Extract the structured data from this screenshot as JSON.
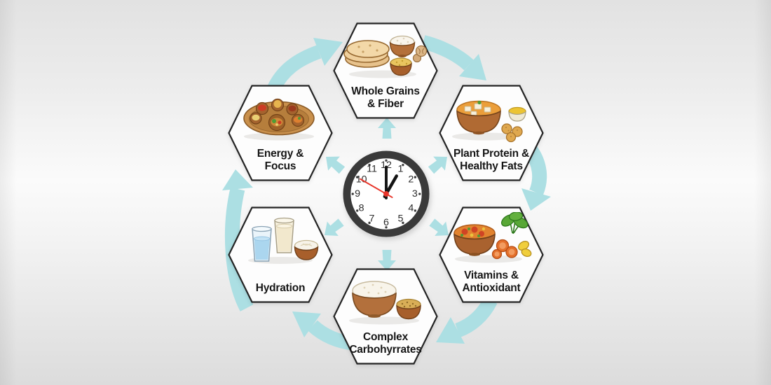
{
  "nodes": [
    {
      "id": "whole-grains-fiber",
      "label": "Whole Grains\n& Fiber",
      "icon": "roti-stack-rice-bowl-lentil-bowl-walnut"
    },
    {
      "id": "plant-protein-healthy-fats",
      "label": "Plant Protein &\nHealthy Fats",
      "icon": "paneer-curry-bowl-ghee-bowl-laddu"
    },
    {
      "id": "vitamins-antioxidant",
      "label": "Vitamins &\nAntioxidant",
      "icon": "vegetable-curry-spinach-carrot-slices-lemon"
    },
    {
      "id": "complex-carbohydrates",
      "label": "Complex\nCarbohyrrates",
      "icon": "rice-bowl-grain-bowl"
    },
    {
      "id": "hydration",
      "label": "Hydration",
      "icon": "water-glass-milk-glass-yogurt-bowl"
    },
    {
      "id": "energy-focus",
      "label": "Energy &\nFocus",
      "icon": "indian-thali-plate"
    }
  ],
  "flow_clockwise": [
    "energy-focus",
    "whole-grains-fiber",
    "plant-protein-healthy-fats",
    "vitamins-antioxidant",
    "complex-carbohydrates",
    "hydration"
  ],
  "clock": {
    "numbers": [
      "12",
      "1",
      "2",
      "3",
      "4",
      "5",
      "6",
      "7",
      "8",
      "9",
      "10",
      "11"
    ],
    "hands": {
      "hour_at": "1",
      "minute_at": "12",
      "second_at": "10"
    }
  },
  "colors": {
    "arrow": "#acdfe3",
    "hexagon_fill": "#fdfdfd",
    "hexagon_border": "#242424",
    "label_text": "#161616",
    "clock_rim": "#3a3a3a",
    "second_hand": "#e8352a",
    "background_top": "#e2e2e2",
    "background_middle": "#fbfbfb",
    "background_bottom": "#dcdcdc"
  }
}
